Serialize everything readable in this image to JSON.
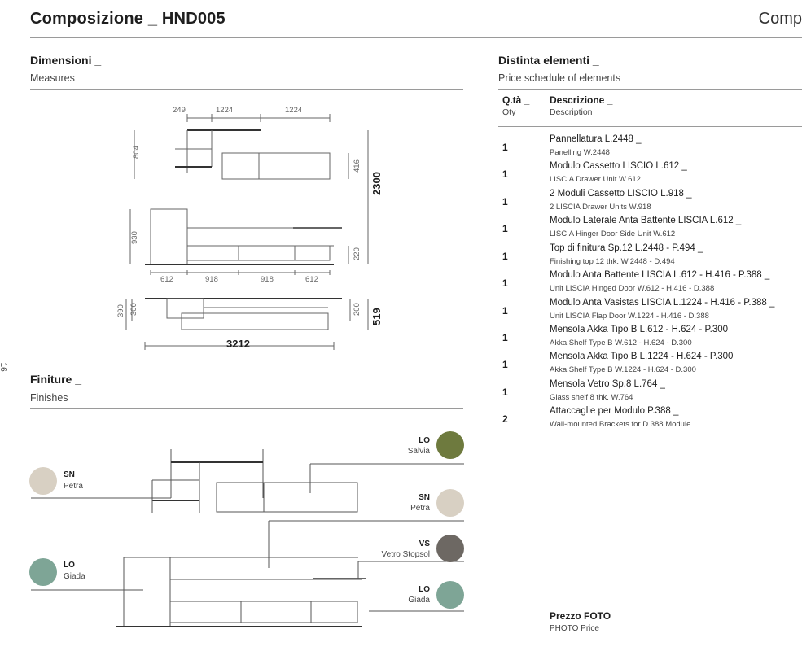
{
  "header": {
    "title": "Composizione _ HND005",
    "title_right": "Comp"
  },
  "page_number": "_16_",
  "dimensions": {
    "title": "Dimensioni _",
    "subtitle": "Measures",
    "labels": {
      "top_w1": "249",
      "top_w2": "1224",
      "top_w3": "1224",
      "h_804": "804",
      "h_416": "416",
      "h_2300": "2300",
      "h_930": "930",
      "h_220": "220",
      "b_w1": "612",
      "b_w2": "918",
      "b_w3": "918",
      "b_w4": "612",
      "d_390": "390",
      "d_300": "300",
      "d_200": "200",
      "d_519": "519",
      "total_w": "3212"
    }
  },
  "finishes": {
    "title": "Finiture _",
    "subtitle": "Finishes",
    "swatches": [
      {
        "code": "SN",
        "name": "Petra",
        "color": "#d8d0c3"
      },
      {
        "code": "LO",
        "name": "Giada",
        "color": "#7ea596"
      },
      {
        "code": "LO",
        "name": "Salvia",
        "color": "#6e7a3e"
      },
      {
        "code": "SN",
        "name": "Petra",
        "color": "#d8d0c3"
      },
      {
        "code": "VS",
        "name": "Vetro Stopsol",
        "color": "#6d6863"
      },
      {
        "code": "LO",
        "name": "Giada",
        "color": "#7ea596"
      }
    ]
  },
  "elements": {
    "title": "Distinta elementi _",
    "subtitle": "Price schedule of elements",
    "col_qty": "Q.tà _",
    "col_qty_en": "Qty",
    "col_desc": "Descrizione _",
    "col_desc_en": "Description",
    "rows": [
      {
        "qty": "1",
        "desc": "Pannellatura L.2448 _",
        "desc_en": "Panelling W.2448"
      },
      {
        "qty": "1",
        "desc": "Modulo Cassetto LISCIO L.612 _",
        "desc_en": "LISCIA Drawer Unit W.612"
      },
      {
        "qty": "1",
        "desc": "2 Moduli Cassetto LISCIO L.918 _",
        "desc_en": "2 LISCIA Drawer Units W.918"
      },
      {
        "qty": "1",
        "desc": "Modulo Laterale Anta Battente LISCIA L.612 _",
        "desc_en": "LISCIA Hinger Door Side Unit W.612"
      },
      {
        "qty": "1",
        "desc": "Top di finitura Sp.12 L.2448 - P.494 _",
        "desc_en": "Finishing top 12 thk. W.2448 - D.494"
      },
      {
        "qty": "1",
        "desc": "Modulo Anta Battente LISCIA L.612 - H.416 - P.388 _",
        "desc_en": "Unit LISCIA Hinged Door W.612 - H.416 - D.388"
      },
      {
        "qty": "1",
        "desc": "Modulo Anta Vasistas LISCIA L.1224 - H.416 - P.388 _",
        "desc_en": "Unit LISCIA Flap Door W.1224 - H.416 - D.388"
      },
      {
        "qty": "1",
        "desc": "Mensola Akka Tipo B L.612 - H.624 - P.300",
        "desc_en": "Akka Shelf Type B W.612 - H.624 - D.300"
      },
      {
        "qty": "1",
        "desc": "Mensola Akka Tipo B L.1224 - H.624 - P.300",
        "desc_en": "Akka Shelf Type B W.1224 - H.624 - D.300"
      },
      {
        "qty": "1",
        "desc": "Mensola Vetro Sp.8 L.764 _",
        "desc_en": "Glass shelf 8 thk. W.764"
      },
      {
        "qty": "2",
        "desc": "Attaccaglie per Modulo P.388 _",
        "desc_en": "Wall-mounted Brackets for D.388 Module"
      }
    ]
  },
  "price": {
    "label": "Prezzo FOTO",
    "label_en": "PHOTO Price"
  }
}
